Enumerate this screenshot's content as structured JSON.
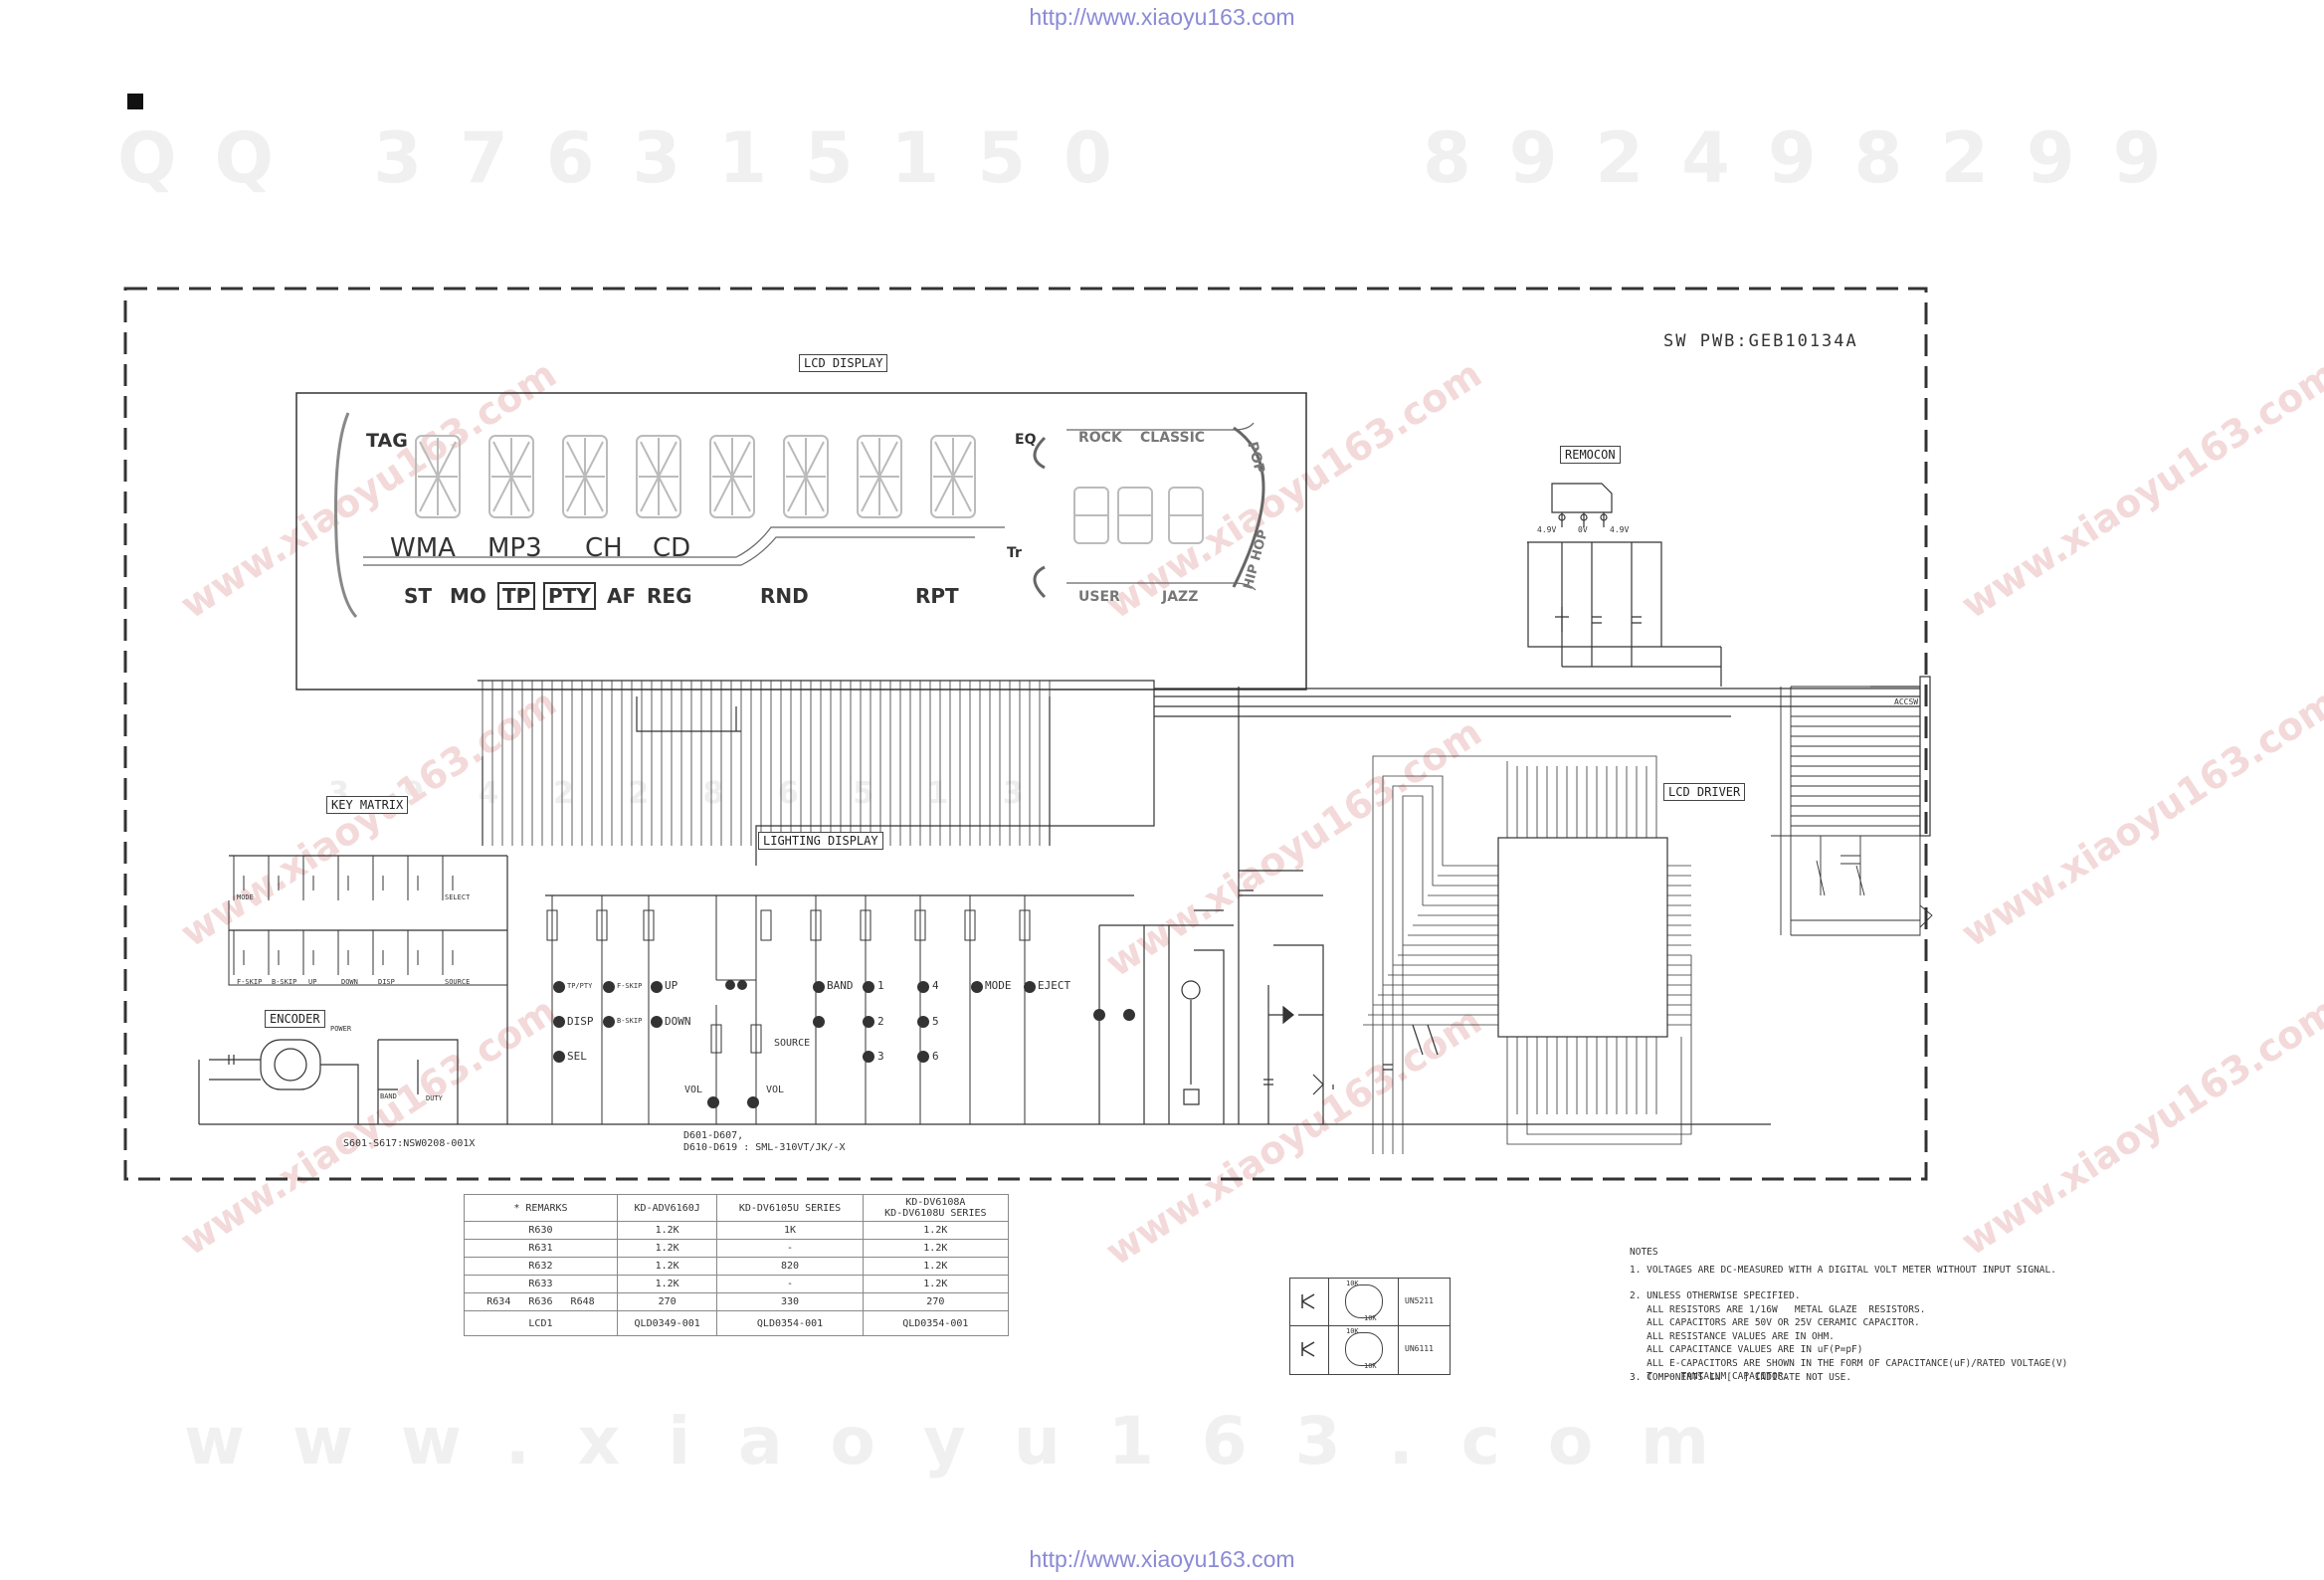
{
  "urls": {
    "top": "http://www.xiaoyu163.com",
    "bottom": "http://www.xiaoyu163.com"
  },
  "watermarks": {
    "left": "QQ 376315150",
    "right": "892498299",
    "bottom": "www.xiaoyu163.com",
    "diag": "www.xiaoyu163.com",
    "mid": "3 9 4 2 2 8 6 5 1 3"
  },
  "board": {
    "pwb": "SW PWB:GEB10134A"
  },
  "blocks": {
    "lcd_display": "LCD DISPLAY",
    "remocon": "REMOCON",
    "key_matrix": "KEY MATRIX",
    "lighting_display": "LIGHTING DISPLAY",
    "encoder": "ENCODER",
    "lcd_driver": "LCD DRIVER"
  },
  "lcd": {
    "tag": "TAG",
    "formats": [
      "WMA",
      "MP3",
      "CH",
      "CD"
    ],
    "status": [
      "ST",
      "MO",
      "TP",
      "PTY",
      "AF",
      "REG"
    ],
    "modes": [
      "RND",
      "RPT"
    ],
    "eq_label": "EQ",
    "tr_label": "Tr",
    "presets": [
      "ROCK",
      "CLASSIC",
      "POP",
      "USER",
      "JAZZ",
      "HIP HOP"
    ]
  },
  "remocon_pins": [
    "4.9V",
    "0V",
    "4.9V"
  ],
  "key_labels_row1": [
    "MODE",
    "",
    "",
    "",
    "",
    "",
    "SELECT"
  ],
  "key_labels_row2": [
    "F-SKIP",
    "B-SKIP",
    "UP",
    "DOWN",
    "DISP",
    "",
    "SOURCE"
  ],
  "encoder_labels": [
    "POWER",
    "BAND",
    "DUTY"
  ],
  "leds": [
    "TP/PTY",
    "F-SKIP",
    "UP",
    "BAND",
    "1",
    "4",
    "MODE",
    "EJECT",
    "DISP",
    "B-SKIP",
    "DOWN",
    "2",
    "5",
    "SEL",
    "3",
    "6",
    "SOURCE",
    "VOL",
    "VOL"
  ],
  "parts_notes": {
    "switches": "S601-S617:NSW0208-001X",
    "leds": "D601-D607,\nD610-D619 : SML-310VT/JK/-X"
  },
  "remarks_table": {
    "headers": [
      "* REMARKS",
      "KD-ADV6160J",
      "KD-DV6105U SERIES",
      "KD-DV6108A\nKD-DV6108U SERIES"
    ],
    "rows": [
      [
        "R630",
        "1.2K",
        "1K",
        "1.2K"
      ],
      [
        "R631",
        "1.2K",
        "-",
        "1.2K"
      ],
      [
        "R632",
        "1.2K",
        "820",
        "1.2K"
      ],
      [
        "R633",
        "1.2K",
        "-",
        "1.2K"
      ],
      [
        "R634   R636   R648",
        "270",
        "330",
        "270"
      ],
      [
        "LCD1",
        "QLD0349-001",
        "QLD0354-001",
        "QLD0354-001"
      ]
    ]
  },
  "transistor_table": {
    "rows": [
      {
        "r1": "10K",
        "r2": "10K",
        "part": "UN5211"
      },
      {
        "r1": "10K",
        "r2": "10K",
        "part": "UN6111"
      }
    ]
  },
  "notes": {
    "title": "NOTES",
    "items": [
      "1. VOLTAGES ARE DC-MEASURED WITH A DIGITAL VOLT METER WITHOUT INPUT SIGNAL.",
      "2. UNLESS OTHERWISE SPECIFIED.\n   ALL RESISTORS ARE 1/16W   METAL GLAZE  RESISTORS.\n   ALL CAPACITORS ARE 50V OR 25V CERAMIC CAPACITOR.\n   ALL RESISTANCE VALUES ARE IN OHM.\n   ALL CAPACITANCE VALUES ARE IN uF(P=pF)\n   ALL E-CAPACITORS ARE SHOWN IN THE FORM OF CAPACITANCE(uF)/RATED VOLTAGE(V)\n   T --- TANTALUM CAPACITOR.",
      "3. COMPONENTS IN [  ] INDICATE NOT USE."
    ]
  },
  "connector_label": "ACCSW",
  "colors": {
    "ink": "#222222",
    "watermark": "#f0f0f0",
    "url": "#8a8ad6"
  }
}
